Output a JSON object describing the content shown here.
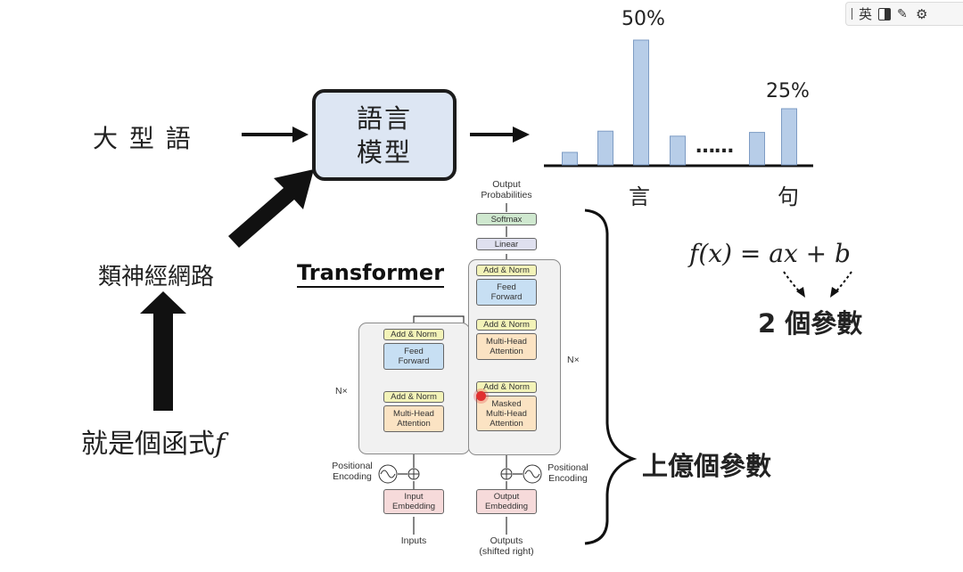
{
  "left": {
    "llm_label": "大 型 語",
    "nn_label": "類神經網路",
    "func_label": "就是個函式",
    "func_symbol": "f"
  },
  "lm_box": {
    "line1": "語言",
    "line2": "模型"
  },
  "chart_data": {
    "type": "bar",
    "values": [
      10,
      27,
      100,
      23,
      null,
      26,
      45
    ],
    "annotations": [
      {
        "category_index": 2,
        "label": "50%"
      },
      {
        "category_index": 6,
        "label": "25%"
      }
    ],
    "ellipsis": "……",
    "tick_labels": [
      "言",
      "句"
    ],
    "bar_color": "#b7cde8"
  },
  "transformer": {
    "title": "Transformer",
    "output_probabilities": [
      "Output",
      "Probabilities"
    ],
    "softmax": "Softmax",
    "linear": "Linear",
    "add_norm": "Add & Norm",
    "feed_forward": [
      "Feed",
      "Forward"
    ],
    "multi_head_attention": [
      "Multi-Head",
      "Attention"
    ],
    "masked_attention": [
      "Masked",
      "Multi-Head",
      "Attention"
    ],
    "nx": "N×",
    "positional_encoding": [
      "Positional",
      "Encoding"
    ],
    "input_embedding": [
      "Input",
      "Embedding"
    ],
    "output_embedding": [
      "Output",
      "Embedding"
    ],
    "inputs": "Inputs",
    "outputs": [
      "Outputs",
      "(shifted right)"
    ]
  },
  "right": {
    "formula": "f(x) = ax + b",
    "two_params": "2 個參數",
    "billions_params": "上億個參數"
  },
  "ime_bar": {
    "lang": "英"
  },
  "colors": {
    "box_fill": "#dde6f3",
    "arrow": "#111111",
    "pointer": "#e03030"
  }
}
